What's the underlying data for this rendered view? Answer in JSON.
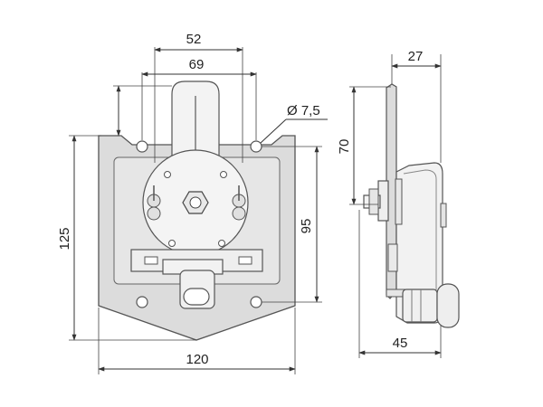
{
  "front_view": {
    "dim_top_spacing": "52",
    "dim_outer_spacing": "69",
    "dim_hole_diameter": "Ø 7,5",
    "dim_total_height": "125",
    "dim_hole_height": "95",
    "dim_total_width": "120"
  },
  "side_view": {
    "dim_depth_top": "27",
    "dim_height": "70",
    "dim_depth_bottom": "45"
  },
  "colors": {
    "plate_fill": "#dcdcdc",
    "part_fill": "#f4f4f4",
    "stroke": "#555555",
    "dim_line": "#333333"
  }
}
